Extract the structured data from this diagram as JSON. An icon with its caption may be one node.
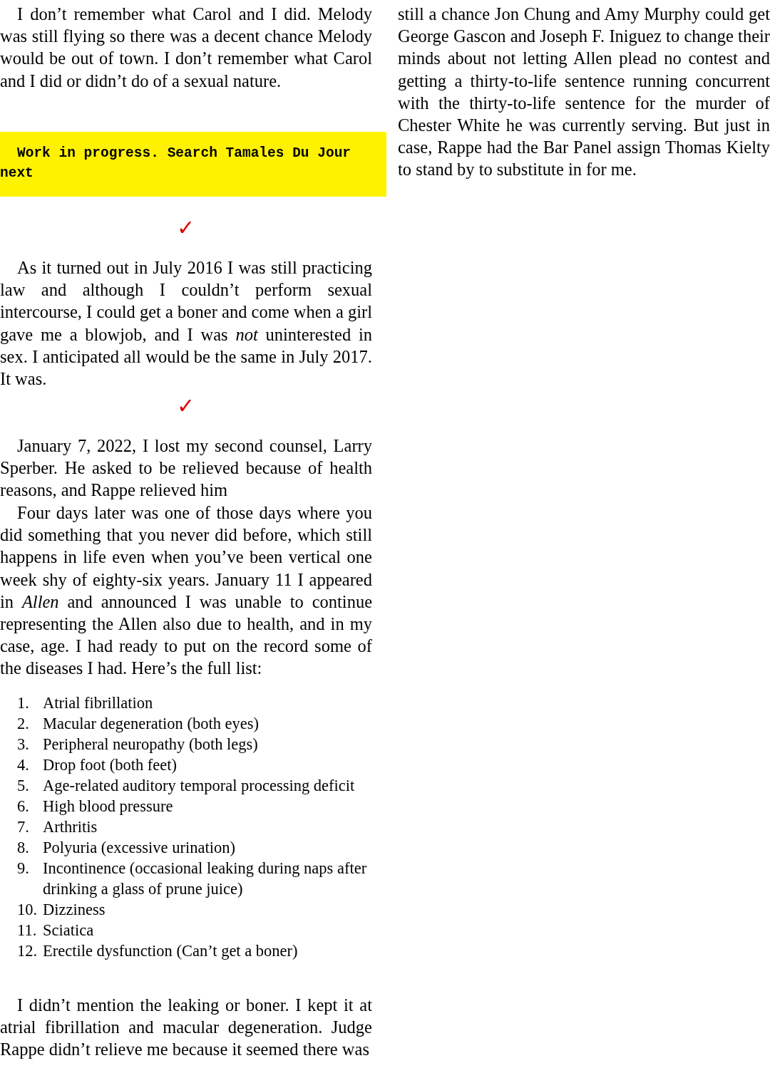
{
  "diagram": {
    "nodes": [
      {
        "text": [
          "Work in progress. Search Tamales Du Jour next"
        ]
      }
    ],
    "labels": [
      "I don’t remember what Carol and I did. Melody was still flying so there was a decent chance Melody would be out of town. I don’t remember what Carol and I did or didn’t do of a sexual nature.",
      "✓",
      "As it turned out in July 2016 I was still practicing law and although I couldn’t perform sexual intercourse, I could get a boner and come when a girl gave me a blowjob, and I was *not* uninterested in sex. I anticipated all would be the same in July 2017. It was.",
      "✓",
      "January 7, 2022, I lost my second counsel, Larry Sperber. He asked to be relieved because of health reasons, and Rappe relieved him",
      "Four days later was one of those days where you did something that you never did before, which still happens in life even when you’ve been vertical one week shy of eighty-six years. January 11 I appeared in *Allen* and announced I was unable to continue representing the Allen also due to health, and in my case, age. I had ready to put on the record some of the diseases I had. Here’s the full list:",
      "1.",
      "Atrial fibrillation",
      "2.",
      "Macular degeneration (both eyes)",
      "3.",
      "Peripheral neuropathy (both legs)",
      "4.",
      "Drop foot (both feet)",
      "5.",
      "Age-related auditory temporal processing deficit",
      "6.",
      "High blood pressure",
      "7.",
      "Arthritis",
      "8.",
      "Polyuria (excessive urination)",
      "9.",
      "Incontinence (occasional leaking during naps after drinking a glass of prune juice)",
      "10.",
      "Dizziness",
      "11.",
      "Sciatica",
      "12.",
      "Erectile dysfunction (Can’t get a boner)",
      "I didn’t mention the leaking or boner. I kept it at atrial fibrillation and macular degeneration. Judge Rappe didn’t relieve me because it seemed there was",
      "still a chance Jon Chung and Amy Murphy could get George Gascon and Joseph F. Iniguez to change their minds about not letting Allen plead no contest and getting a thirty-to-life sentence running concurrent with the thirty-to-life sentence for the murder of Chester White he was currently serving. But just in case, Rappe had the Bar Panel assign Thomas Kielty to stand by to substitute in for me."
    ]
  }
}
